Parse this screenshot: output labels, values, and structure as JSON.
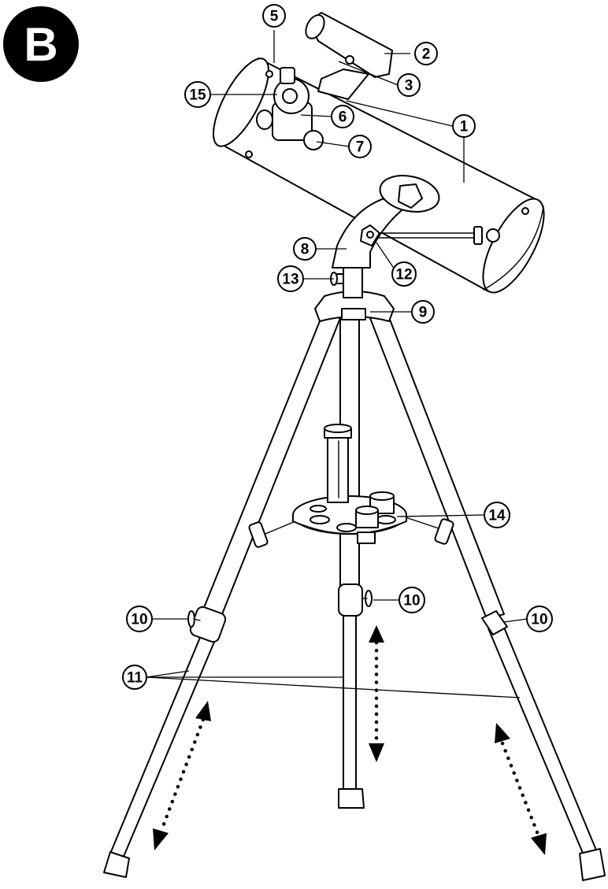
{
  "figure_label": "B",
  "callouts": {
    "c1": "1",
    "c2": "2",
    "c3": "3",
    "c5": "5",
    "c6": "6",
    "c7": "7",
    "c8": "8",
    "c9": "9",
    "c10a": "10",
    "c10b": "10",
    "c10c": "10",
    "c11": "11",
    "c12": "12",
    "c13": "13",
    "c14": "14",
    "c15": "15"
  }
}
